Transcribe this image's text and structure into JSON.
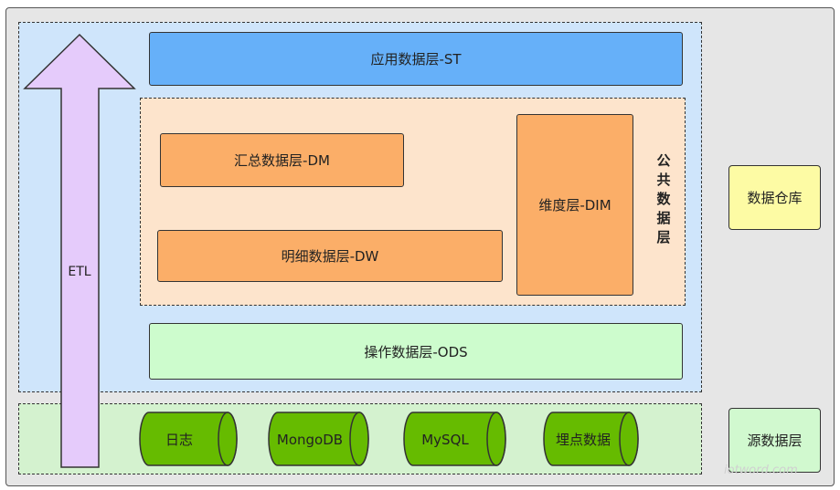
{
  "layers": {
    "st": "应用数据层-ST",
    "dm": "汇总数据层-DM",
    "dw": "明细数据层-DW",
    "dim": "维度层-DIM",
    "common": [
      "公",
      "共",
      "数",
      "据",
      "层"
    ],
    "ods": "操作数据层-ODS"
  },
  "sources": [
    "日志",
    "MongoDB",
    "MySQL",
    "埋点数据"
  ],
  "side": {
    "warehouse": "数据仓库",
    "source_layer": "源数据层"
  },
  "etl": "ETL",
  "watermark": "iotword.com",
  "colors": {
    "st": "#66b0f9",
    "common": "#fbae68",
    "ods": "#cdfccd",
    "cylinder": "#66bb00",
    "arrow": "#e5cbfb"
  }
}
